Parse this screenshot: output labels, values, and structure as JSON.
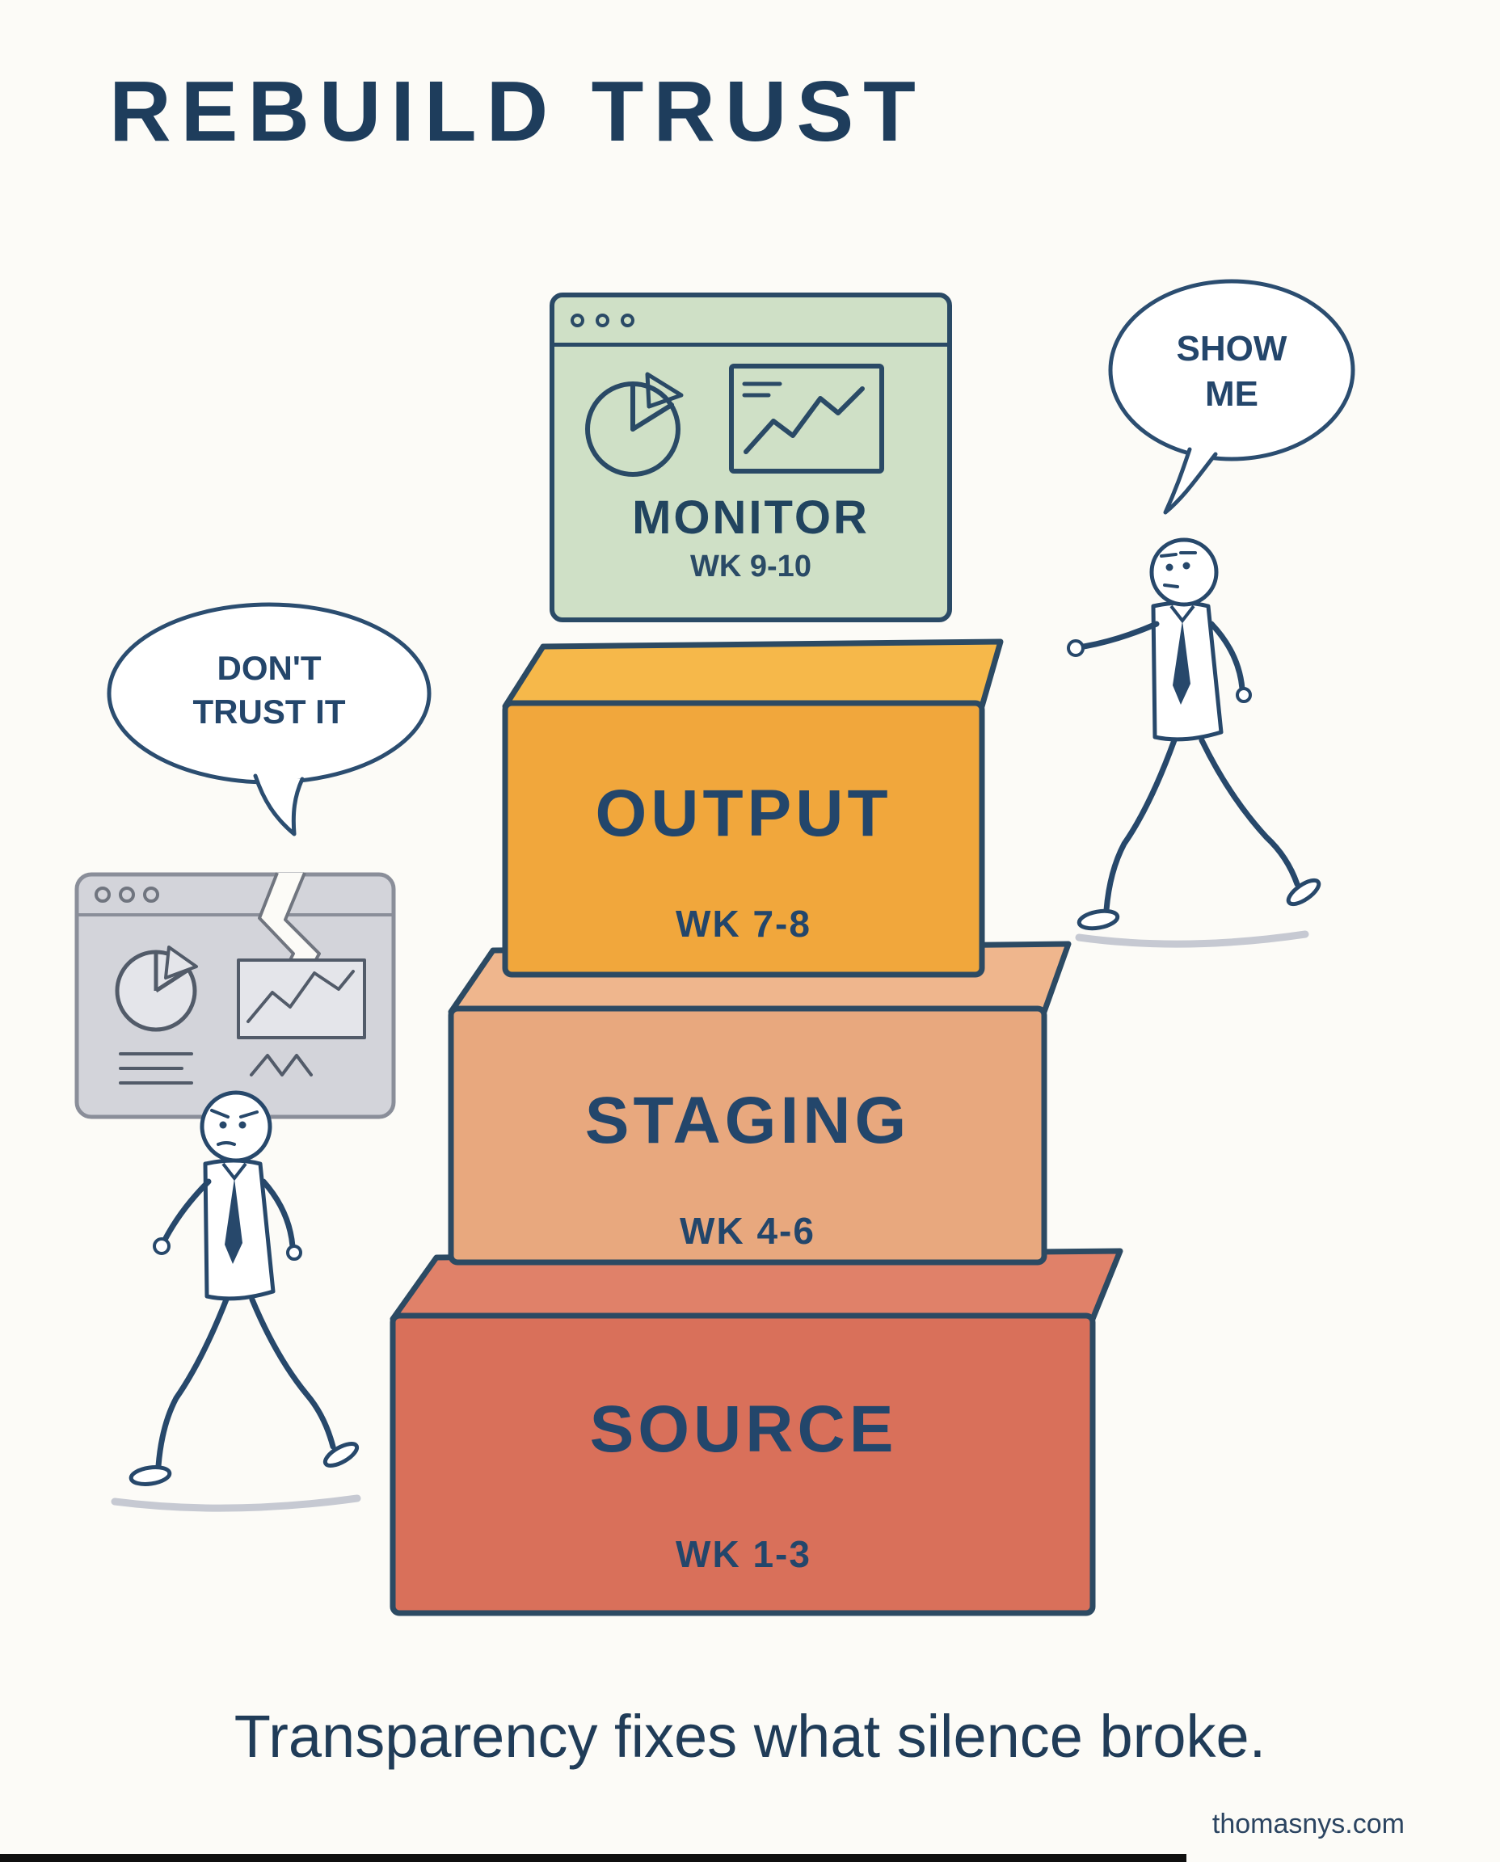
{
  "title": "REBUILD TRUST",
  "stack": {
    "monitor": {
      "label": "MONITOR",
      "weeks": "WK 9-10",
      "color": "#cfe0c6"
    },
    "output": {
      "label": "OUTPUT",
      "weeks": "WK 7-8",
      "color": "#f1a73c"
    },
    "staging": {
      "label": "STAGING",
      "weeks": "WK 4-6",
      "color": "#e8a87e"
    },
    "source": {
      "label": "SOURCE",
      "weeks": "WK 1-3",
      "color": "#d9705a"
    }
  },
  "speech": {
    "left": {
      "line1": "DON'T",
      "line2": "TRUST IT"
    },
    "right": {
      "line1": "SHOW",
      "line2": "ME"
    }
  },
  "caption": "Transparency fixes what silence broke.",
  "credit": "thomasnys.com",
  "colors": {
    "ink": "#23466b",
    "background": "#fcfbf7",
    "monitor_green": "#cfe0c6",
    "output_orange": "#f1a73c",
    "staging_salmon": "#e8a87e",
    "source_coral": "#d9705a",
    "broken_gray": "#d3d4da"
  },
  "icons": [
    "pie-chart-icon",
    "line-chart-icon",
    "broken-dashboard-icon",
    "speech-bubble",
    "stick-figure"
  ]
}
